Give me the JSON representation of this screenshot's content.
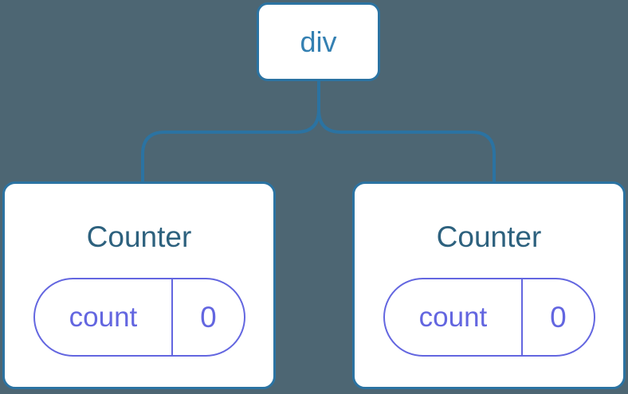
{
  "diagram": {
    "root": {
      "label": "div"
    },
    "children": [
      {
        "title": "Counter",
        "state": {
          "key": "count",
          "value": "0"
        }
      },
      {
        "title": "Counter",
        "state": {
          "key": "count",
          "value": "0"
        }
      }
    ]
  },
  "colors": {
    "background": "#4D6673",
    "node_fill": "#FFFFFF",
    "node_border": "#2B73A2",
    "connector": "#2B73A2",
    "root_label_text": "#3480B2",
    "component_title_text": "#2D617E",
    "state_accent": "#6366E0"
  }
}
